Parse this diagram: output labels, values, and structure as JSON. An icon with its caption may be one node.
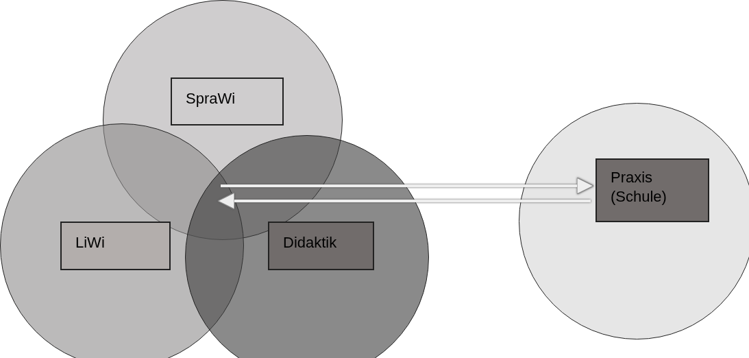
{
  "diagram": {
    "nodes": [
      {
        "text": [],
        "shape": "circle"
      },
      {
        "text": [
          "SpraWi"
        ],
        "in": 0
      },
      {
        "text": [],
        "shape": "circle"
      },
      {
        "text": [
          "LiWi"
        ],
        "in": 2
      },
      {
        "text": [],
        "shape": "circle"
      },
      {
        "text": [
          "Didaktik"
        ],
        "in": 4
      },
      {
        "text": [],
        "shape": "circle"
      },
      {
        "text": [
          "Praxis (Schule)"
        ],
        "in": 6
      }
    ],
    "edges": [
      {
        "from": 2,
        "to": 7,
        "arrow": "to"
      },
      {
        "from": 7,
        "to": 2,
        "arrow": "to"
      }
    ]
  }
}
